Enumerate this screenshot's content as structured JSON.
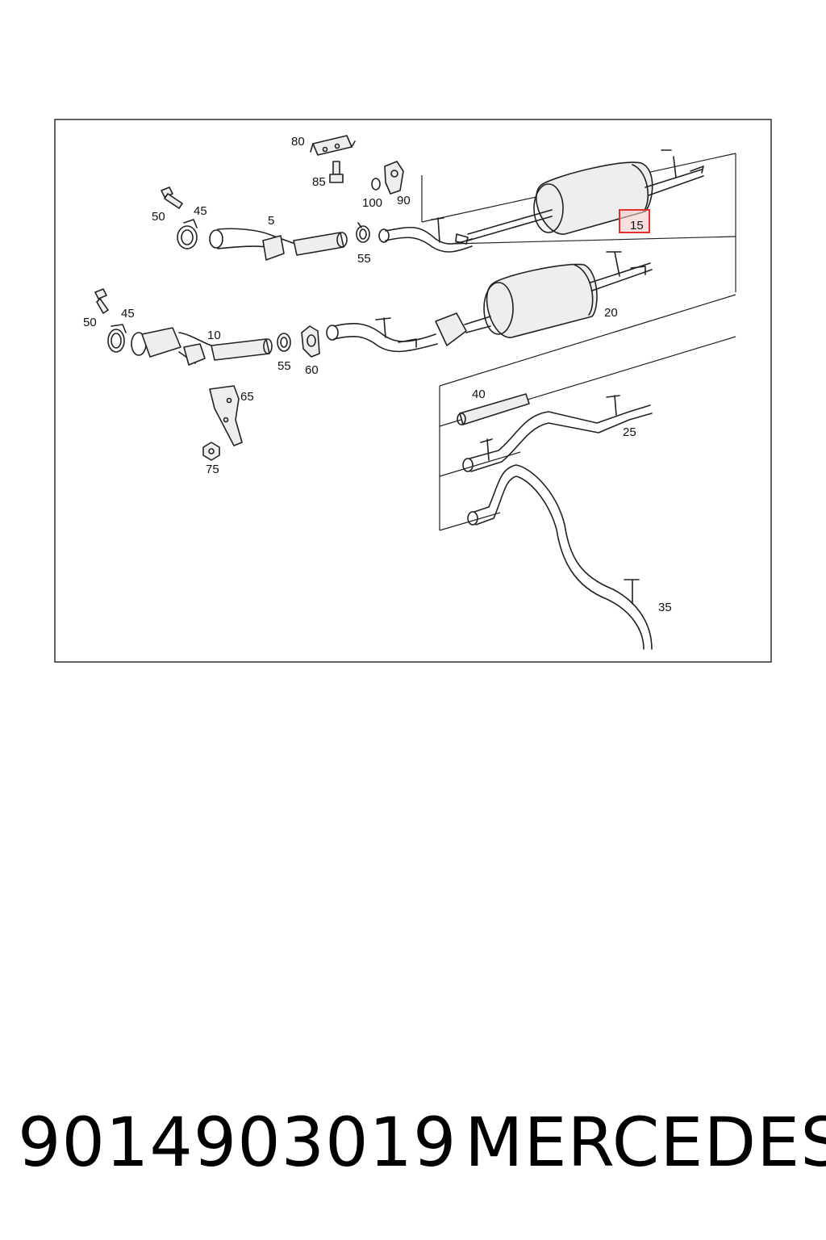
{
  "diagram": {
    "callouts": {
      "c5": "5",
      "c10": "10",
      "c15": "15",
      "c20": "20",
      "c25": "25",
      "c35": "35",
      "c40": "40",
      "c45a": "45",
      "c45b": "45",
      "c50a": "50",
      "c50b": "50",
      "c55a": "55",
      "c55b": "55",
      "c60": "60",
      "c65": "65",
      "c75": "75",
      "c80": "80",
      "c85": "85",
      "c90": "90",
      "c100": "100"
    },
    "highlighted_callout": "15",
    "highlight_color": "#e03030"
  },
  "footer": {
    "part_number": "9014903019",
    "brand": "MERCEDES"
  }
}
